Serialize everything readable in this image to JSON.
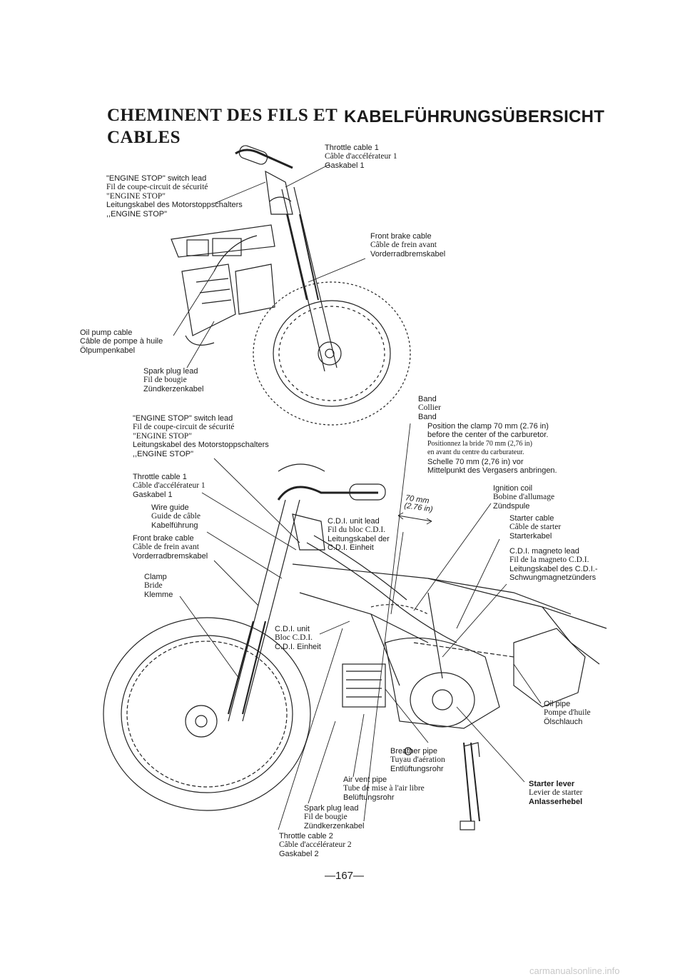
{
  "titles": {
    "fr_line1": "CHEMINENT DES FILS ET",
    "fr_line2": "CABLES",
    "de": "KABELFÜHRUNGSÜBERSICHT"
  },
  "top_labels": {
    "throttle_cable_1": [
      "Throttle cable 1",
      "Câble d'accélérateur 1",
      "Gaskabel 1"
    ],
    "engine_stop": [
      "\"ENGINE STOP\" switch lead",
      "Fil de coupe-circuit de sécurité",
      "\"ENGINE STOP\"",
      "Leitungskabel des Motorstoppschalters",
      ",,ENGINE STOP\""
    ],
    "front_brake": [
      "Front brake cable",
      "Câble de frein avant",
      "Vorderradbremskabel"
    ],
    "oil_pump": [
      "Oil pump cable",
      "Câble de pompe à huile",
      "Ölpumpenkabel"
    ],
    "spark_plug": [
      "Spark plug lead",
      "Fil de bougie",
      "Zündkerzenkabel"
    ]
  },
  "bottom_labels": {
    "band": [
      "Band",
      "Collier",
      "Band"
    ],
    "band_note": [
      "Position the clamp 70 mm (2.76 in)",
      "before the center of the carburetor.",
      "Positionnez la bride 70 mm (2,76 in)",
      "en avant du centre du carburateur.",
      "Schelle 70 mm (2,76 in) vor",
      "Mittelpunkt des Vergasers anbringen."
    ],
    "engine_stop": [
      "\"ENGINE STOP\" switch lead",
      "Fil de coupe-circuit de sécurité",
      "\"ENGINE STOP\"",
      "Leitungskabel des Motorstoppschalters",
      ",,ENGINE STOP\""
    ],
    "throttle_cable_1": [
      "Throttle cable 1",
      "Câble d'accélérateur 1",
      "Gaskabel 1"
    ],
    "wire_guide": [
      "Wire guide",
      "Guide de câble",
      "Kabelführung"
    ],
    "front_brake": [
      "Front brake cable",
      "Câble de frein avant",
      "Vorderradbremskabel"
    ],
    "clamp": [
      "Clamp",
      "Bride",
      "Klemme"
    ],
    "cdi_lead": [
      "C.D.I. unit lead",
      "Fil du bloc C.D.I.",
      "Leitungskabel der",
      "C.D.I. Einheit"
    ],
    "dimension": [
      "70 mm",
      "(2.76 in)"
    ],
    "ignition_coil": [
      "Ignition coil",
      "Bobine d'allumage",
      "Zündspule"
    ],
    "starter_cable": [
      "Starter cable",
      "Câble de starter",
      "Starterkabel"
    ],
    "cdi_magneto": [
      "C.D.I. magneto lead",
      "Fil de la magneto C.D.I.",
      "Leitungskabel des C.D.I.-",
      "Schwungmagnetzünders"
    ],
    "cdi_unit": [
      "C.D.I. unit",
      "Bloc C.D.I.",
      "C.D.I. Einheit"
    ],
    "oil_pipe": [
      "Oil pipe",
      "Pompe d'huile",
      "Ölschlauch"
    ],
    "breather_pipe": [
      "Breather pipe",
      "Tuyau d'aération",
      "Entlüftungsrohr"
    ],
    "air_vent": [
      "Air vent pipe",
      "Tube de mise à l'air libre",
      "Belüftungsrohr"
    ],
    "starter_lever": [
      "Starter lever",
      "Levier de starter",
      "Anlasserhebel"
    ],
    "spark_plug": [
      "Spark plug lead",
      "Fil de bougie",
      "Zündkerzenkabel"
    ],
    "throttle_cable_2": [
      "Throttle cable 2",
      "Câble d'accélérateur 2",
      "Gaskabel 2"
    ]
  },
  "page_number": "—167—",
  "watermark": "carmanualsonline.info"
}
